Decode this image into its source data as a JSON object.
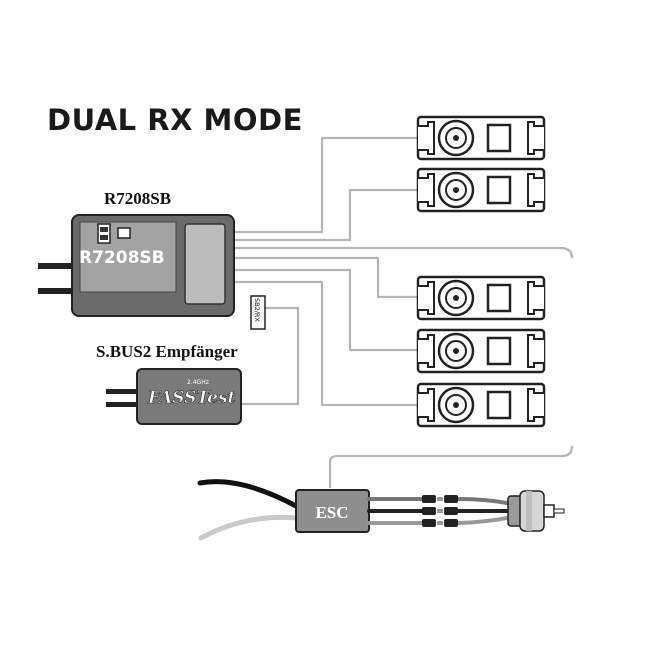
{
  "title": "DUAL RX MODE",
  "receiver": {
    "label": "R7208SB",
    "body_text": "R7208SB",
    "port_text": "SB2/RX"
  },
  "sbus_receiver": {
    "label": "S.BUS2 Empfänger",
    "badge_top": "2.4GHz",
    "badge_text": "FASSTest"
  },
  "esc": {
    "label": "ESC"
  },
  "colors": {
    "wire": "#b5b5b5",
    "body_dark": "#6b6b6b",
    "body_mid": "#8e8e8e",
    "panel": "#a8a8a8",
    "outline": "#222222"
  },
  "icons": [
    "servo-icon",
    "motor-icon",
    "antenna-icon"
  ]
}
